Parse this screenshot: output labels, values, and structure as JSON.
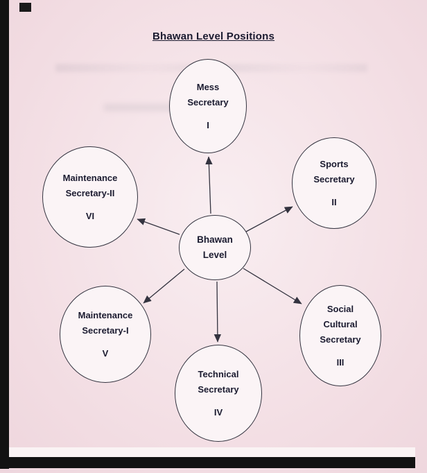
{
  "page": {
    "title": "Bhawan Level Positions"
  },
  "diagram": {
    "center": {
      "line1": "Bhawan",
      "line2": "Level"
    },
    "nodes": [
      {
        "id": "mess-secretary",
        "lines": [
          "Mess",
          "Secretary"
        ],
        "numeral": "I"
      },
      {
        "id": "sports-secretary",
        "lines": [
          "Sports",
          "Secretary"
        ],
        "numeral": "II"
      },
      {
        "id": "social-cultural-secretary",
        "lines": [
          "Social",
          "Cultural",
          "Secretary"
        ],
        "numeral": "III"
      },
      {
        "id": "technical-secretary",
        "lines": [
          "Technical",
          "Secretary"
        ],
        "numeral": "IV"
      },
      {
        "id": "maintenance-secretary-1",
        "lines": [
          "Maintenance",
          "Secretary-I"
        ],
        "numeral": "V"
      },
      {
        "id": "maintenance-secretary-2",
        "lines": [
          "Maintenance",
          "Secretary-II"
        ],
        "numeral": "VI"
      }
    ]
  },
  "colors": {
    "ink": "#1b1b30",
    "paper": "#f2dce2",
    "node-fill": "#fbf4f6",
    "stroke": "#33333f",
    "edge-black": "#121212"
  }
}
